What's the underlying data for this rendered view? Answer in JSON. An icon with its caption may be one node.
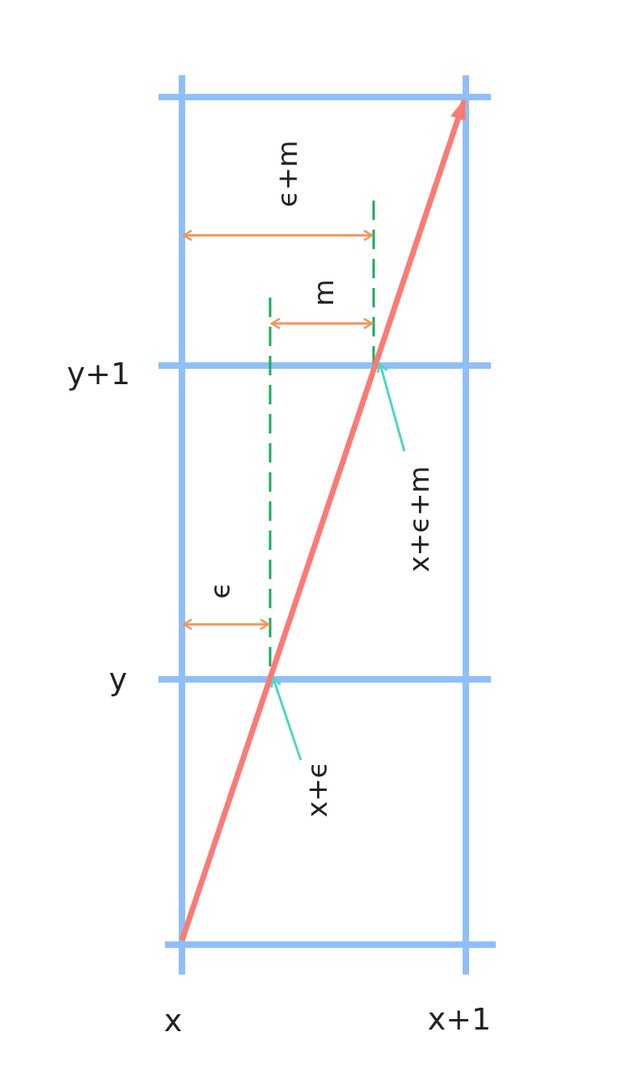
{
  "diagram": {
    "nodes": [
      {
        "text": [
          "x+ϵ+m"
        ]
      },
      {
        "text": [
          "x+ϵ"
        ]
      }
    ],
    "edges": [
      {
        "from": 0,
        "to": null,
        "arrow": "to"
      },
      {
        "from": 1,
        "to": null,
        "arrow": "to"
      }
    ],
    "labels": [
      "ϵ+m",
      "m",
      "y+1",
      "ϵ",
      "y",
      "x",
      "x+1"
    ]
  }
}
